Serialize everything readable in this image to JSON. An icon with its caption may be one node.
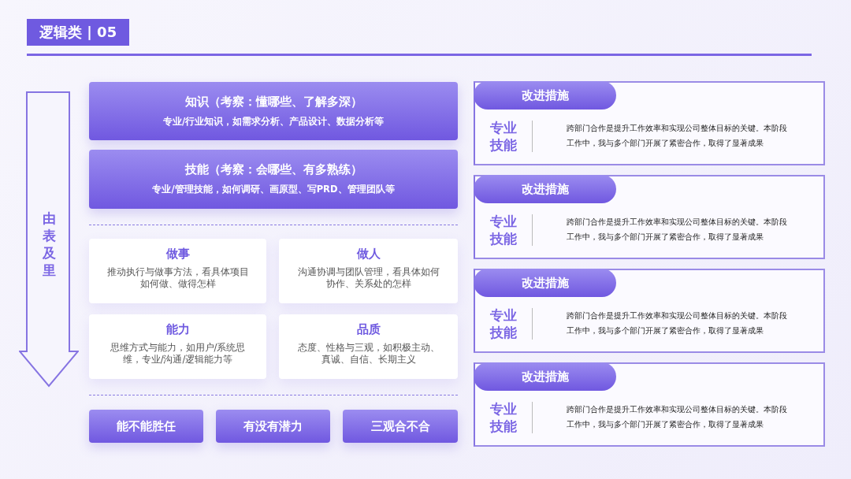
{
  "diagram": {
    "title": "逻辑类 | 05",
    "nodes": [
      {
        "text": [
          "由表及里"
        ]
      },
      {
        "text": [
          "知识（考察：懂哪些、了解多深）",
          "专业/行业知识，如需求分析、产品设计、数据分析等"
        ]
      },
      {
        "text": [
          "技能（考察：会哪些、有多熟练）",
          "专业/管理技能，如何调研、画原型、写PRD、管理团队等"
        ]
      },
      {
        "text": [
          "做事",
          "推动执行与做事方法，看具体项目如何做、做得怎样"
        ]
      },
      {
        "text": [
          "做人",
          "沟通协调与团队管理，看具体如何协作、关系处的怎样"
        ]
      },
      {
        "text": [
          "能力",
          "思维方式与能力，如用户/系统思维，专业/沟通/逻辑能力等"
        ]
      },
      {
        "text": [
          "品质",
          "态度、性格与三观，如积极主动、真诚、自信、长期主义"
        ]
      },
      {
        "text": [
          "能不能胜任"
        ]
      },
      {
        "text": [
          "有没有潜力"
        ]
      },
      {
        "text": [
          "三观合不合"
        ]
      },
      {
        "text": [
          "改进措施",
          "专业技能",
          "跨部门合作是提升工作效率和实现公司整体目标的关键。本阶段工作中，我与多个部门开展了紧密合作，取得了显著成果"
        ]
      },
      {
        "text": [
          "改进措施",
          "专业技能",
          "跨部门合作是提升工作效率和实现公司整体目标的关键。本阶段工作中，我与多个部门开展了紧密合作，取得了显著成果"
        ]
      },
      {
        "text": [
          "改进措施",
          "专业技能",
          "跨部门合作是提升工作效率和实现公司整体目标的关键。本阶段工作中，我与多个部门开展了紧密合作，取得了显著成果"
        ]
      },
      {
        "text": [
          "改进措施",
          "专业技能",
          "跨部门合作是提升工作效率和实现公司整体目标的关键。本阶段工作中，我与多个部门开展了紧密合作，取得了显著成果"
        ]
      }
    ],
    "edges": []
  }
}
